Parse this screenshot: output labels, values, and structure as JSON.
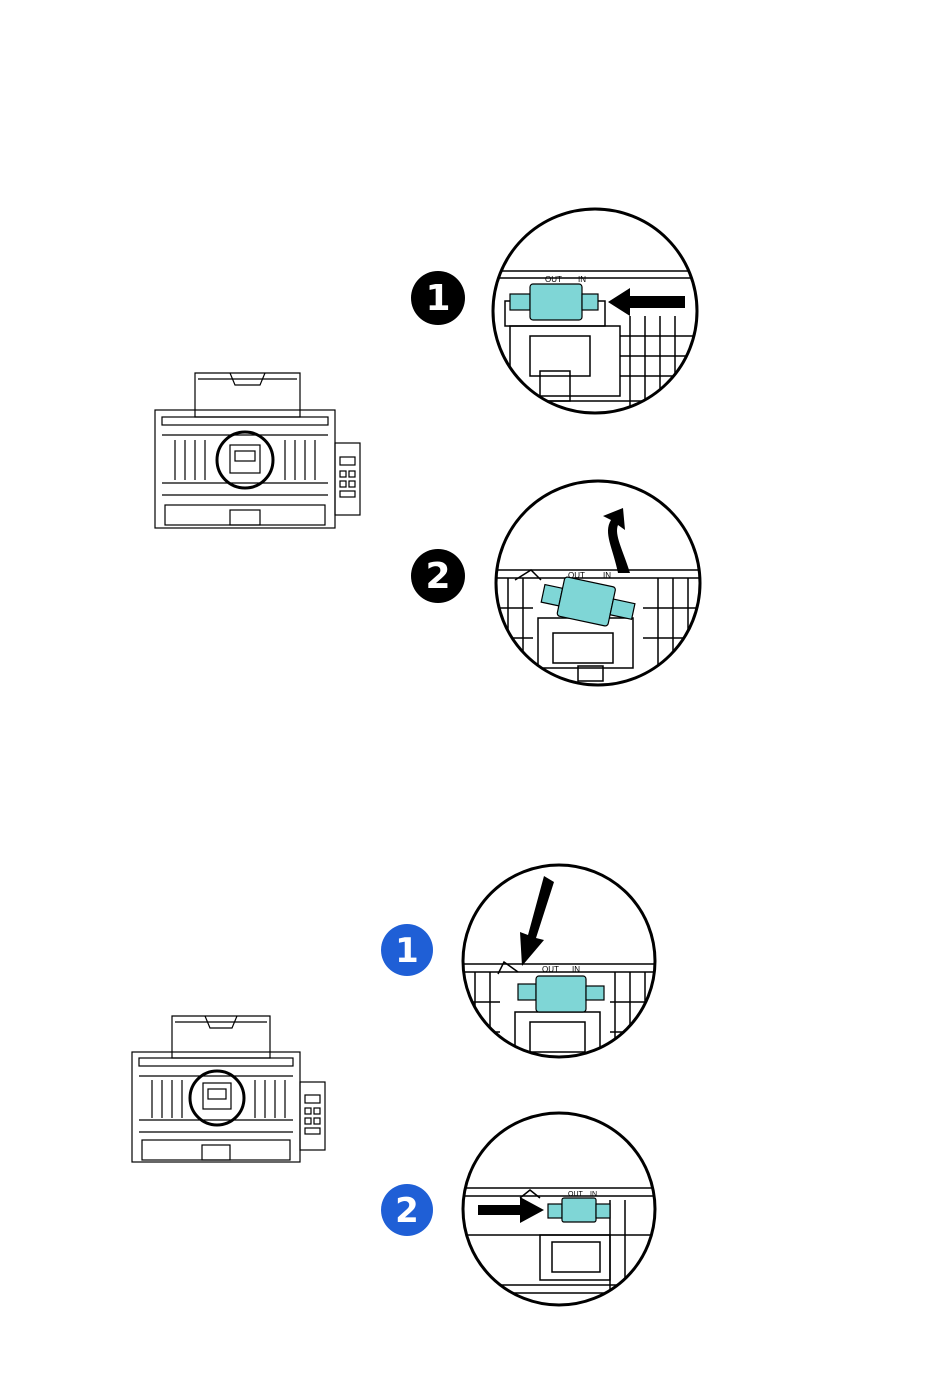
{
  "colors": {
    "line": "#000000",
    "roller": "#7fd6d6",
    "badge_black": "#000000",
    "badge_blue": "#1f5fd6",
    "badge_text": "#ffffff"
  },
  "removal": {
    "step1_badge": "1",
    "step2_badge": "2",
    "step1_label_out": "OUT",
    "step1_label_in": "IN",
    "step2_label_out": "OUT",
    "step2_label_in": "IN",
    "step1_arrow_icon": "arrow-left-icon",
    "step2_arrow_icon": "curved-arrow-up-icon"
  },
  "installation": {
    "step1_badge": "1",
    "step2_badge": "2",
    "step1_label_out": "OUT",
    "step1_label_in": "IN",
    "step2_label_out": "OUT",
    "step2_label_in": "IN",
    "step1_arrow_icon": "arrow-down-icon",
    "step2_arrow_icon": "arrow-right-icon"
  }
}
